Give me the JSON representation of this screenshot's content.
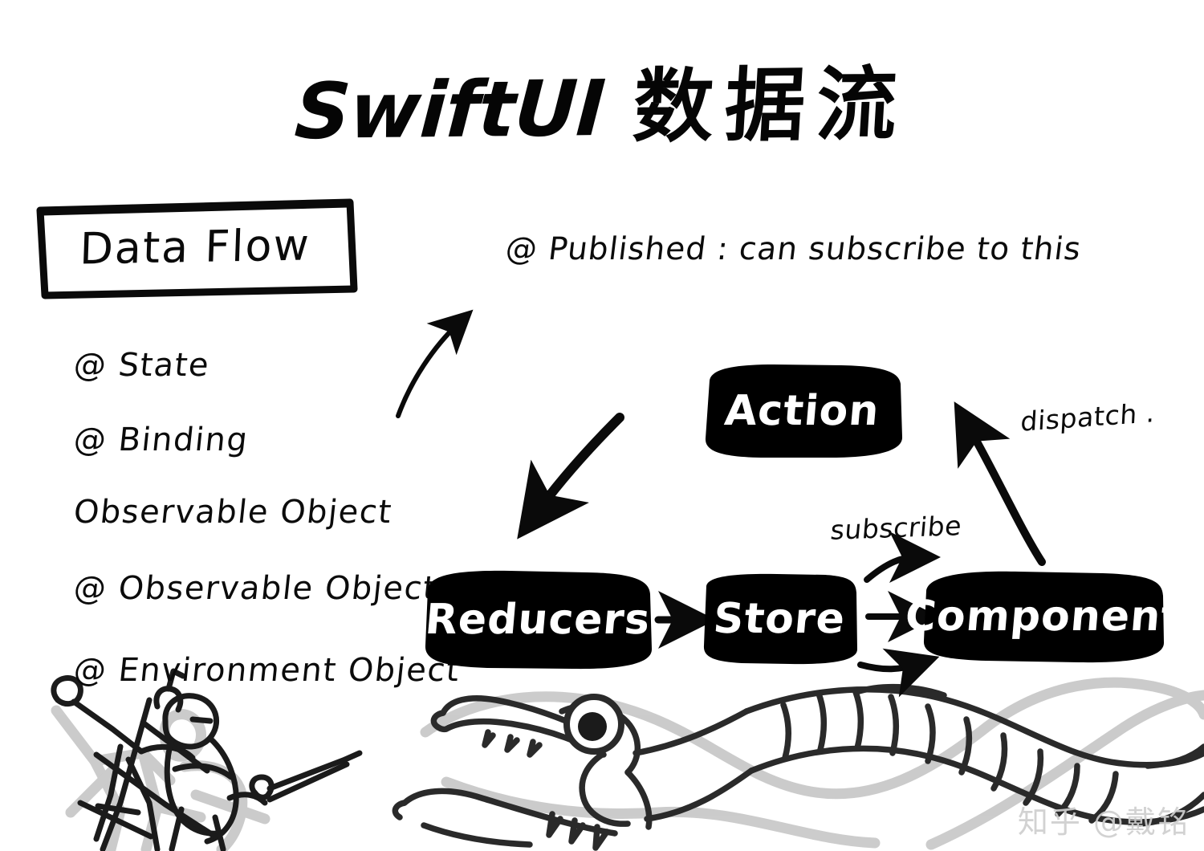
{
  "page": {
    "title_en": "SwiftUI",
    "title_zh": "数据流",
    "background_color": "#ffffff",
    "ink_color": "#0a0a0a",
    "shadow_color": "#c9c9c9",
    "watermark": "知乎 @戴铭",
    "watermark_color": "#cfcfcf"
  },
  "dataflow": {
    "box_label": "Data Flow",
    "items": [
      {
        "label": "@ State"
      },
      {
        "label": "@ Binding"
      },
      {
        "label": "Observable Object"
      },
      {
        "label": "@ Observable Object"
      },
      {
        "label": "@ Environment Object"
      }
    ]
  },
  "annotations": {
    "published": "@ Published : can subscribe to this",
    "dispatch": "dispatch .",
    "subscribe": "subscribe"
  },
  "nodes": {
    "action": {
      "label": "Action",
      "fill": "#000000",
      "text_color": "#ffffff"
    },
    "reducers": {
      "label": "Reducers",
      "fill": "#000000",
      "text_color": "#ffffff"
    },
    "store": {
      "label": "Store",
      "fill": "#000000",
      "text_color": "#ffffff"
    },
    "component": {
      "label": "Component",
      "fill": "#000000",
      "text_color": "#ffffff"
    }
  },
  "arrows": [
    {
      "name": "to-published",
      "from": "",
      "to": "@ Published"
    },
    {
      "name": "to-reducers",
      "from": "",
      "to": "Reducers"
    },
    {
      "name": "reducers-to-store",
      "from": "Reducers",
      "to": "Store"
    },
    {
      "name": "store-to-component-top",
      "from": "Store",
      "to": "Component"
    },
    {
      "name": "store-to-component-mid",
      "from": "Store",
      "to": "Component"
    },
    {
      "name": "store-to-component-bottom",
      "from": "Store",
      "to": "Component"
    },
    {
      "name": "component-to-action",
      "from": "Component",
      "to": "Action"
    }
  ],
  "illustrations": {
    "warriors": "two-warriors-with-spear-and-sword",
    "serpent": "sea-serpent-with-open-jaw"
  }
}
